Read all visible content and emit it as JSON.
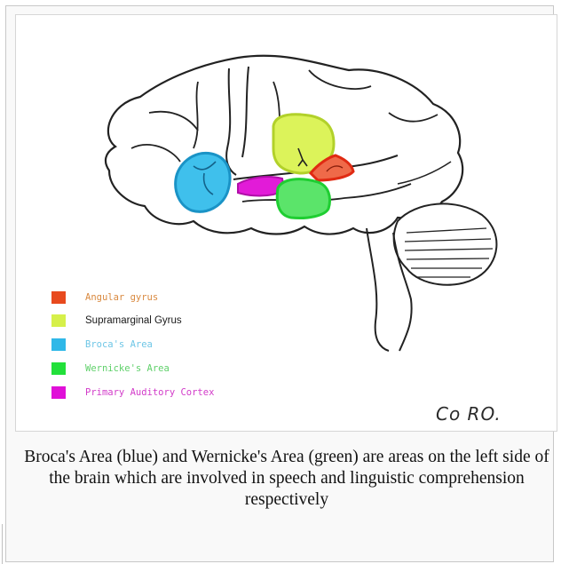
{
  "legend": [
    {
      "label": "Angular gyrus",
      "color": "#e84a1e",
      "text_color": "#d9893f",
      "font": "mono"
    },
    {
      "label": "Supramarginal Gyrus",
      "color": "#d6f04a",
      "text_color": "#1a1a1a",
      "font": "sans"
    },
    {
      "label": "Broca's Area",
      "color": "#2fb8e8",
      "text_color": "#6ec6e6",
      "font": "mono"
    },
    {
      "label": "Wernicke's Area",
      "color": "#22e03a",
      "text_color": "#5fd06a",
      "font": "mono"
    },
    {
      "label": "Primary Auditory Cortex",
      "color": "#e010d8",
      "text_color": "#d23bc9",
      "font": "mono"
    }
  ],
  "signature": "Co RO.",
  "caption": "Broca's Area (blue) and Wernicke's Area (green) are areas on the left side of the brain which are involved in speech and linguistic comprehension respectively"
}
